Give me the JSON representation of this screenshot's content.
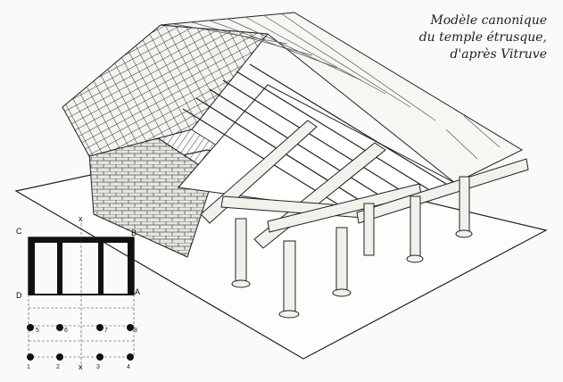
{
  "caption": {
    "line1": "Modèle canonique",
    "line2": "du temple étrusque,",
    "line3": "d'après Vitruve"
  },
  "plan": {
    "corner_labels": {
      "c": "C",
      "b": "B",
      "d": "D",
      "a": "A"
    },
    "axis_labels": {
      "top": "x",
      "bottom": "x"
    },
    "column_numbers": [
      "1",
      "2",
      "3",
      "4",
      "5",
      "6",
      "7",
      "8"
    ]
  }
}
